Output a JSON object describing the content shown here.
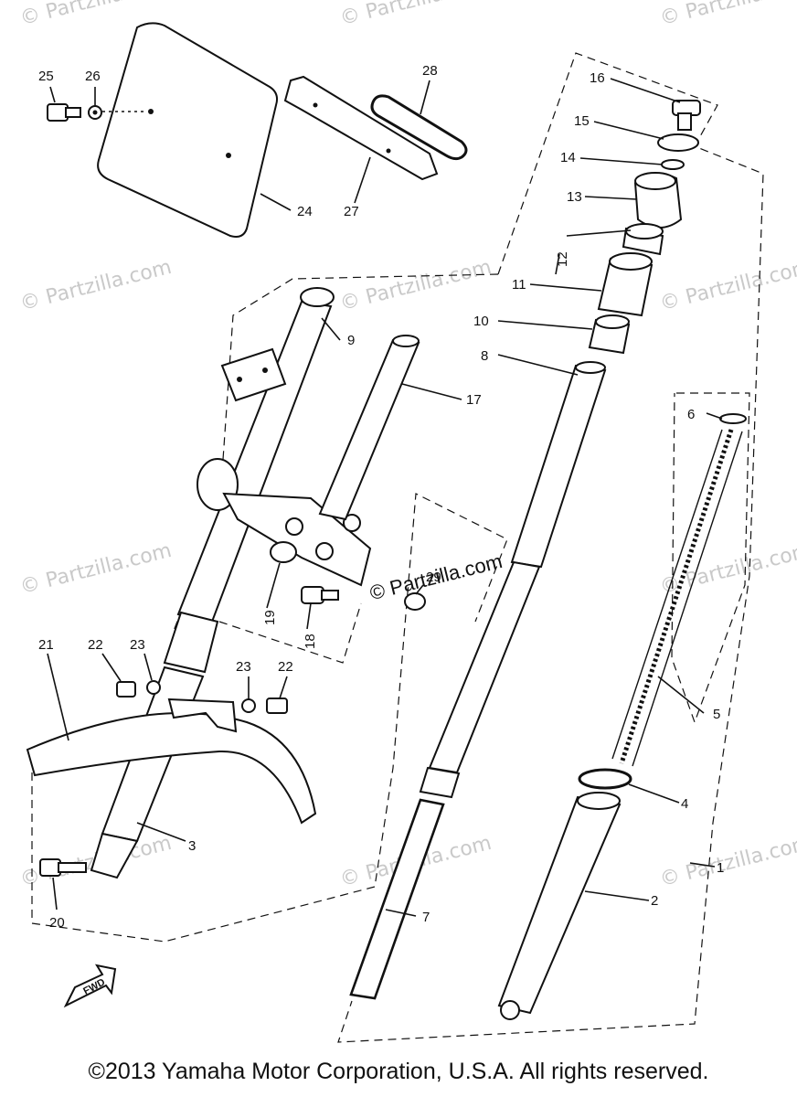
{
  "watermark": "© Partzilla.com",
  "center_watermark": "© Partzilla.com",
  "copyright": "©2013 Yamaha Motor Corporation, U.S.A. All rights reserved.",
  "fwd_label": "FWD",
  "callouts": {
    "p1": "1",
    "p2": "2",
    "p3": "3",
    "p4": "4",
    "p5": "5",
    "p6": "6",
    "p7": "7",
    "p8": "8",
    "p9": "9",
    "p10": "10",
    "p11": "11",
    "p12": "12",
    "p13": "13",
    "p14": "14",
    "p15": "15",
    "p16": "16",
    "p17": "17",
    "p18": "18",
    "p19": "19",
    "p20": "20",
    "p21": "21",
    "p22a": "22",
    "p22b": "22",
    "p23a": "23",
    "p23b": "23",
    "p24": "24",
    "p25": "25",
    "p26": "26",
    "p27": "27",
    "p28": "28",
    "p29": "29"
  }
}
